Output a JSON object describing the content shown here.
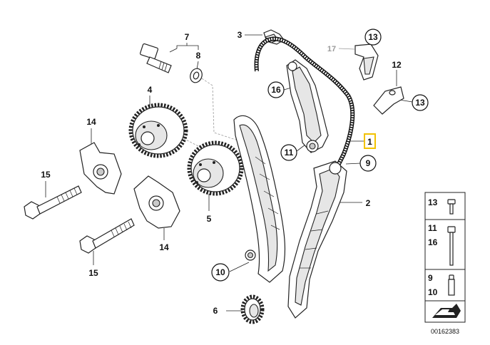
{
  "callouts": {
    "c1": "1",
    "c2": "2",
    "c3": "3",
    "c4": "4",
    "c5": "5",
    "c6": "6",
    "c7": "7",
    "c8": "8",
    "c9": "9",
    "c10": "10",
    "c11": "11",
    "c12": "12",
    "c13a": "13",
    "c13b": "13",
    "c14a": "14",
    "c14b": "14",
    "c15a": "15",
    "c15b": "15",
    "c16": "16",
    "c17": "17"
  },
  "sidebar": {
    "row1": [
      "13"
    ],
    "row2": [
      "11",
      "16"
    ],
    "row3": [
      "9",
      "10"
    ]
  },
  "doc_number": "00162383",
  "colors": {
    "highlight": "#f2c200",
    "line": "#222222",
    "muted": "#9a9a9a"
  }
}
